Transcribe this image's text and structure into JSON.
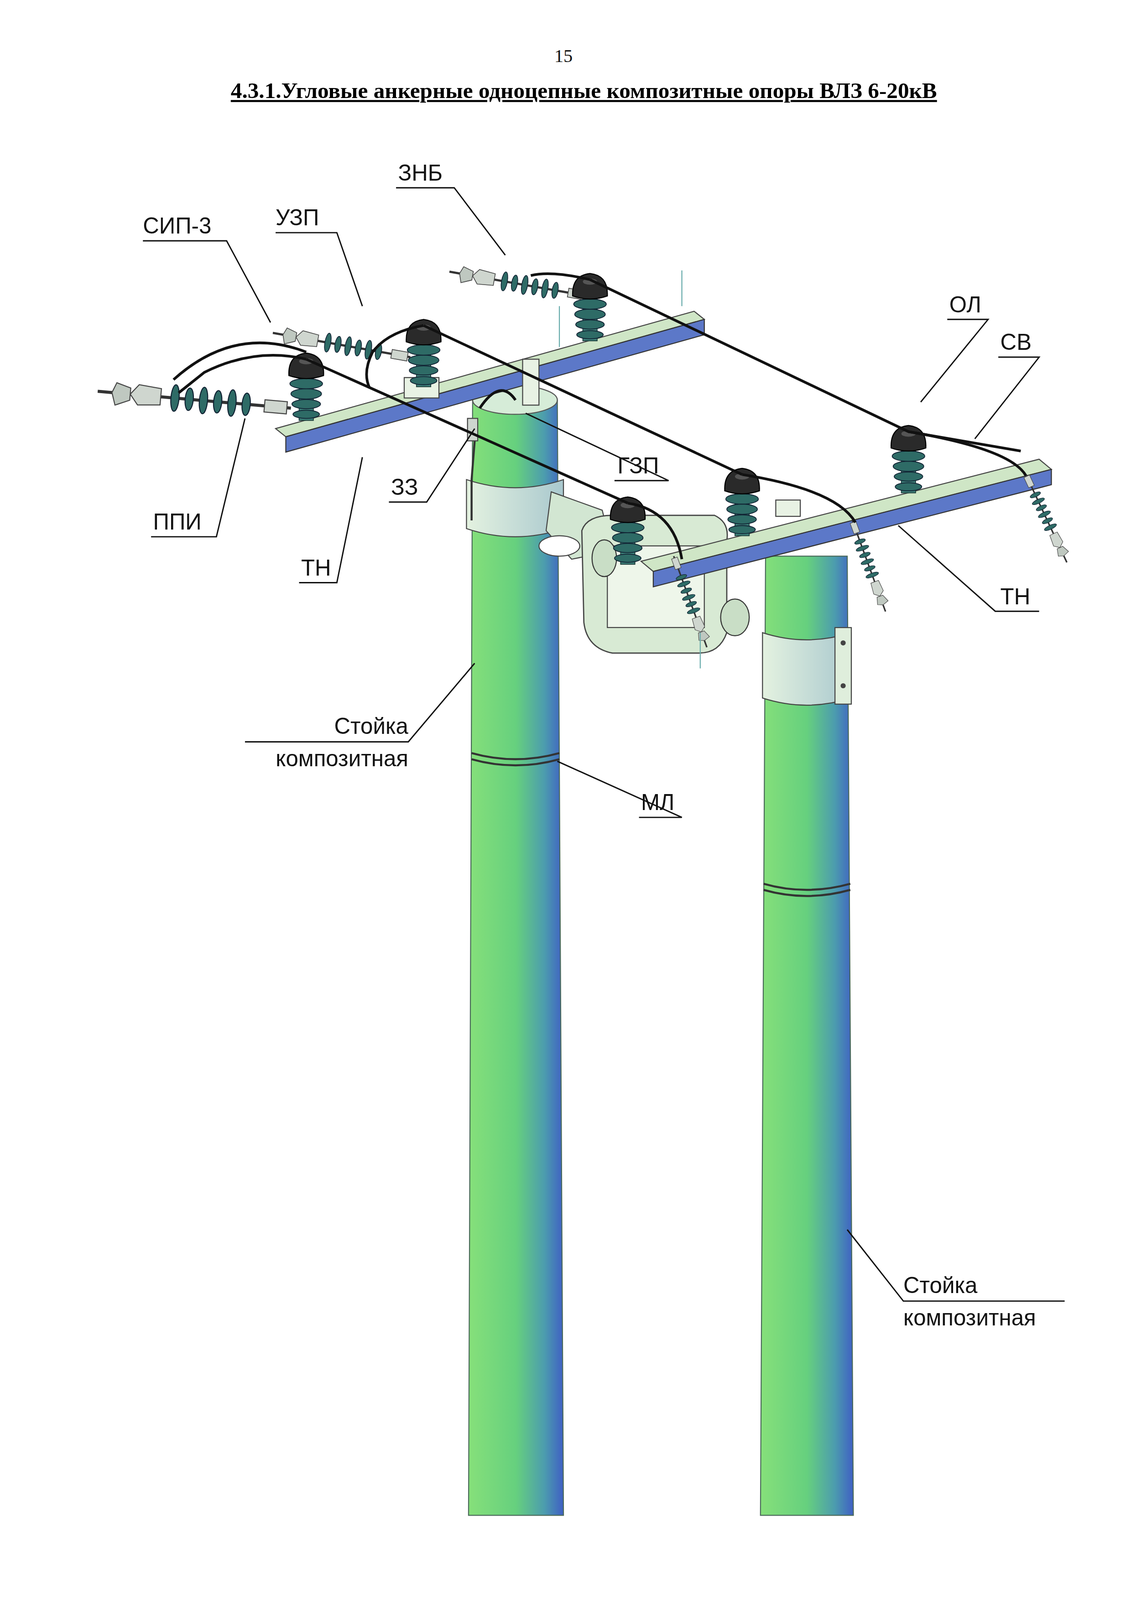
{
  "diagram": {
    "title": "4.3.1.Угловые анкерные одноцепные композитные опоры ВЛЗ 6-20кВ",
    "labels": [
      "15",
      "ЗНБ",
      "СИП-3",
      "УЗП",
      "ОЛ",
      "СВ",
      "ППИ",
      "ГЗП",
      "ЗЗ",
      "ТН",
      "ТН",
      "Стойка композитная",
      "МЛ",
      "Стойка композитная"
    ]
  }
}
